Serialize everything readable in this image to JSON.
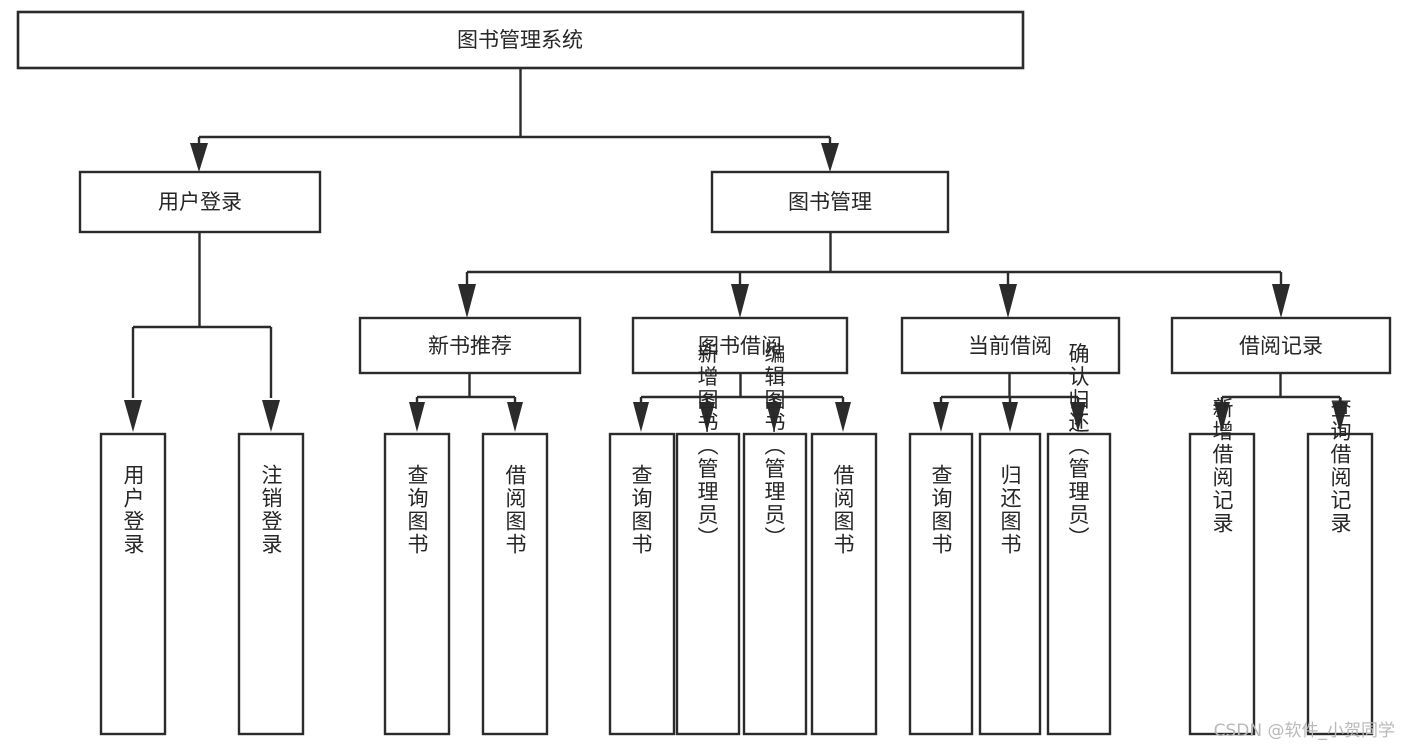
{
  "diagram": {
    "title": "图书管理系统",
    "type": "tree-hierarchy-diagram",
    "colors": {
      "background": "#ffffff",
      "node_fill": "#ffffff",
      "node_stroke": "#2b2b2b",
      "text": "#262626",
      "watermark": "#b9b9b9"
    },
    "root": {
      "label": "图书管理系统"
    },
    "level1": [
      {
        "label": "用户登录"
      },
      {
        "label": "图书管理"
      }
    ],
    "level2": [
      {
        "label": "新书推荐"
      },
      {
        "label": "图书借阅"
      },
      {
        "label": "当前借阅"
      },
      {
        "label": "借阅记录"
      }
    ],
    "leaves": {
      "user_login": [
        {
          "label": "用户登录"
        },
        {
          "label": "注销登录"
        }
      ],
      "new_book_recommend": [
        {
          "label": "查询图书"
        },
        {
          "label": "借阅图书"
        }
      ],
      "book_borrow": [
        {
          "label": "查询图书"
        },
        {
          "label": "新增图书（管理员）"
        },
        {
          "label": "编辑图书（管理员）"
        },
        {
          "label": "借阅图书"
        }
      ],
      "current_borrow": [
        {
          "label": "查询图书"
        },
        {
          "label": "归还图书"
        },
        {
          "label": "确认归还（管理员）"
        }
      ],
      "borrow_records": [
        {
          "label": "新增借阅记录"
        },
        {
          "label": "查询借阅记录"
        }
      ]
    }
  },
  "watermark": {
    "text": "CSDN @软件_小贺同学"
  }
}
